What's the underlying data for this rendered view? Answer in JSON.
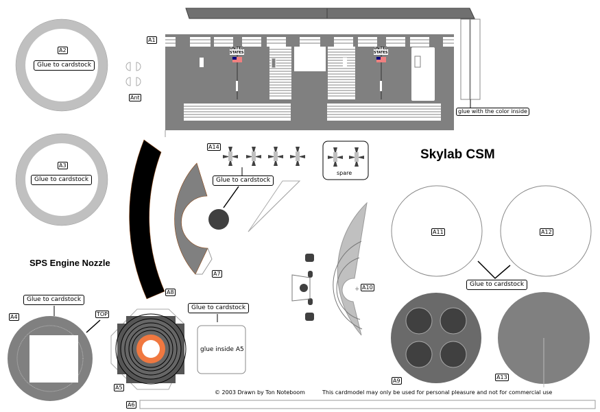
{
  "title": "Skylab CSM",
  "nozzle_title": "SPS Engine Nozzle",
  "footer": {
    "copyright": "© 2003  Drawn by Ton Noteboom",
    "license": "This cardmodel may only be used for personal pleasure and not for commercial use"
  },
  "parts": {
    "a1": "A1",
    "a2": "A2",
    "a3": "A3",
    "a4": "A4",
    "a5": "A5",
    "a6": "A6",
    "a7": "A7",
    "a8": "A8",
    "a9": "A9",
    "a10": "A10",
    "a11": "A11",
    "a12": "A12",
    "a13": "A13",
    "a14": "A14",
    "ant": "Ant",
    "top": "TOP"
  },
  "callouts": {
    "glue_cardstock": "Glue to cardstock",
    "glue_color_inside": "glue with the color inside",
    "glue_inside_a5": "glue inside A5",
    "spare": "spare"
  },
  "flag_text": [
    "UNITED",
    "STATES"
  ],
  "colors": {
    "panel_gray": "#808080",
    "ring_gray": "#c0c0c0",
    "dark_gray": "#404040",
    "orange": "#f07840",
    "flag_red": "#f08080",
    "flag_blue": "#000080"
  }
}
